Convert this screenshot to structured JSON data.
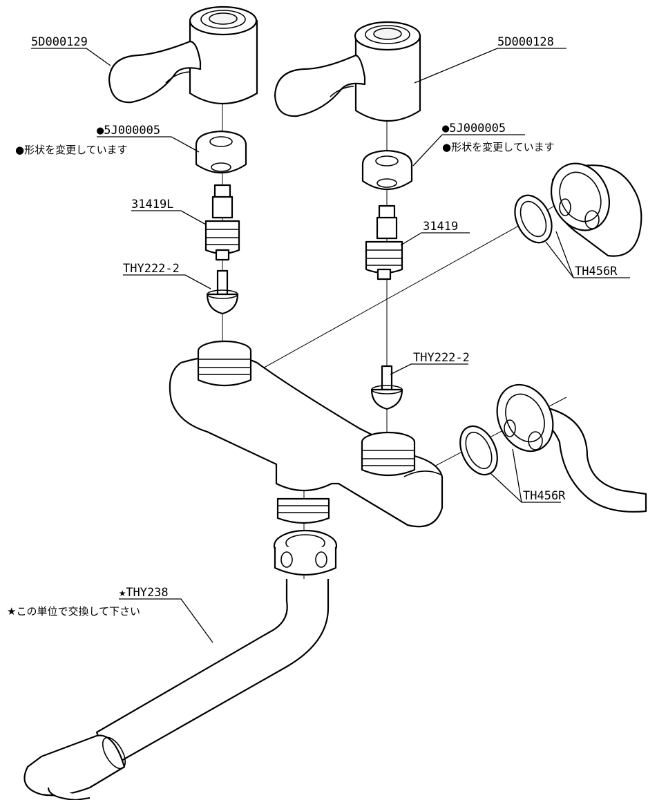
{
  "labels": {
    "lever_left": "5D000129",
    "lever_right": "5D000128",
    "cap_left": "●5J000005",
    "cap_left_note": "●形状を変更しています",
    "cap_right": "●5J000005",
    "cap_right_note": "●形状を変更しています",
    "cartridge_left": "31419L",
    "cartridge_right": "31419",
    "valve_left": "THY222-2",
    "valve_right": "THY222-2",
    "union_upper": "TH456R",
    "union_lower": "TH456R",
    "spout": "★THY238",
    "spout_note": "★この単位で交換して下さい"
  }
}
